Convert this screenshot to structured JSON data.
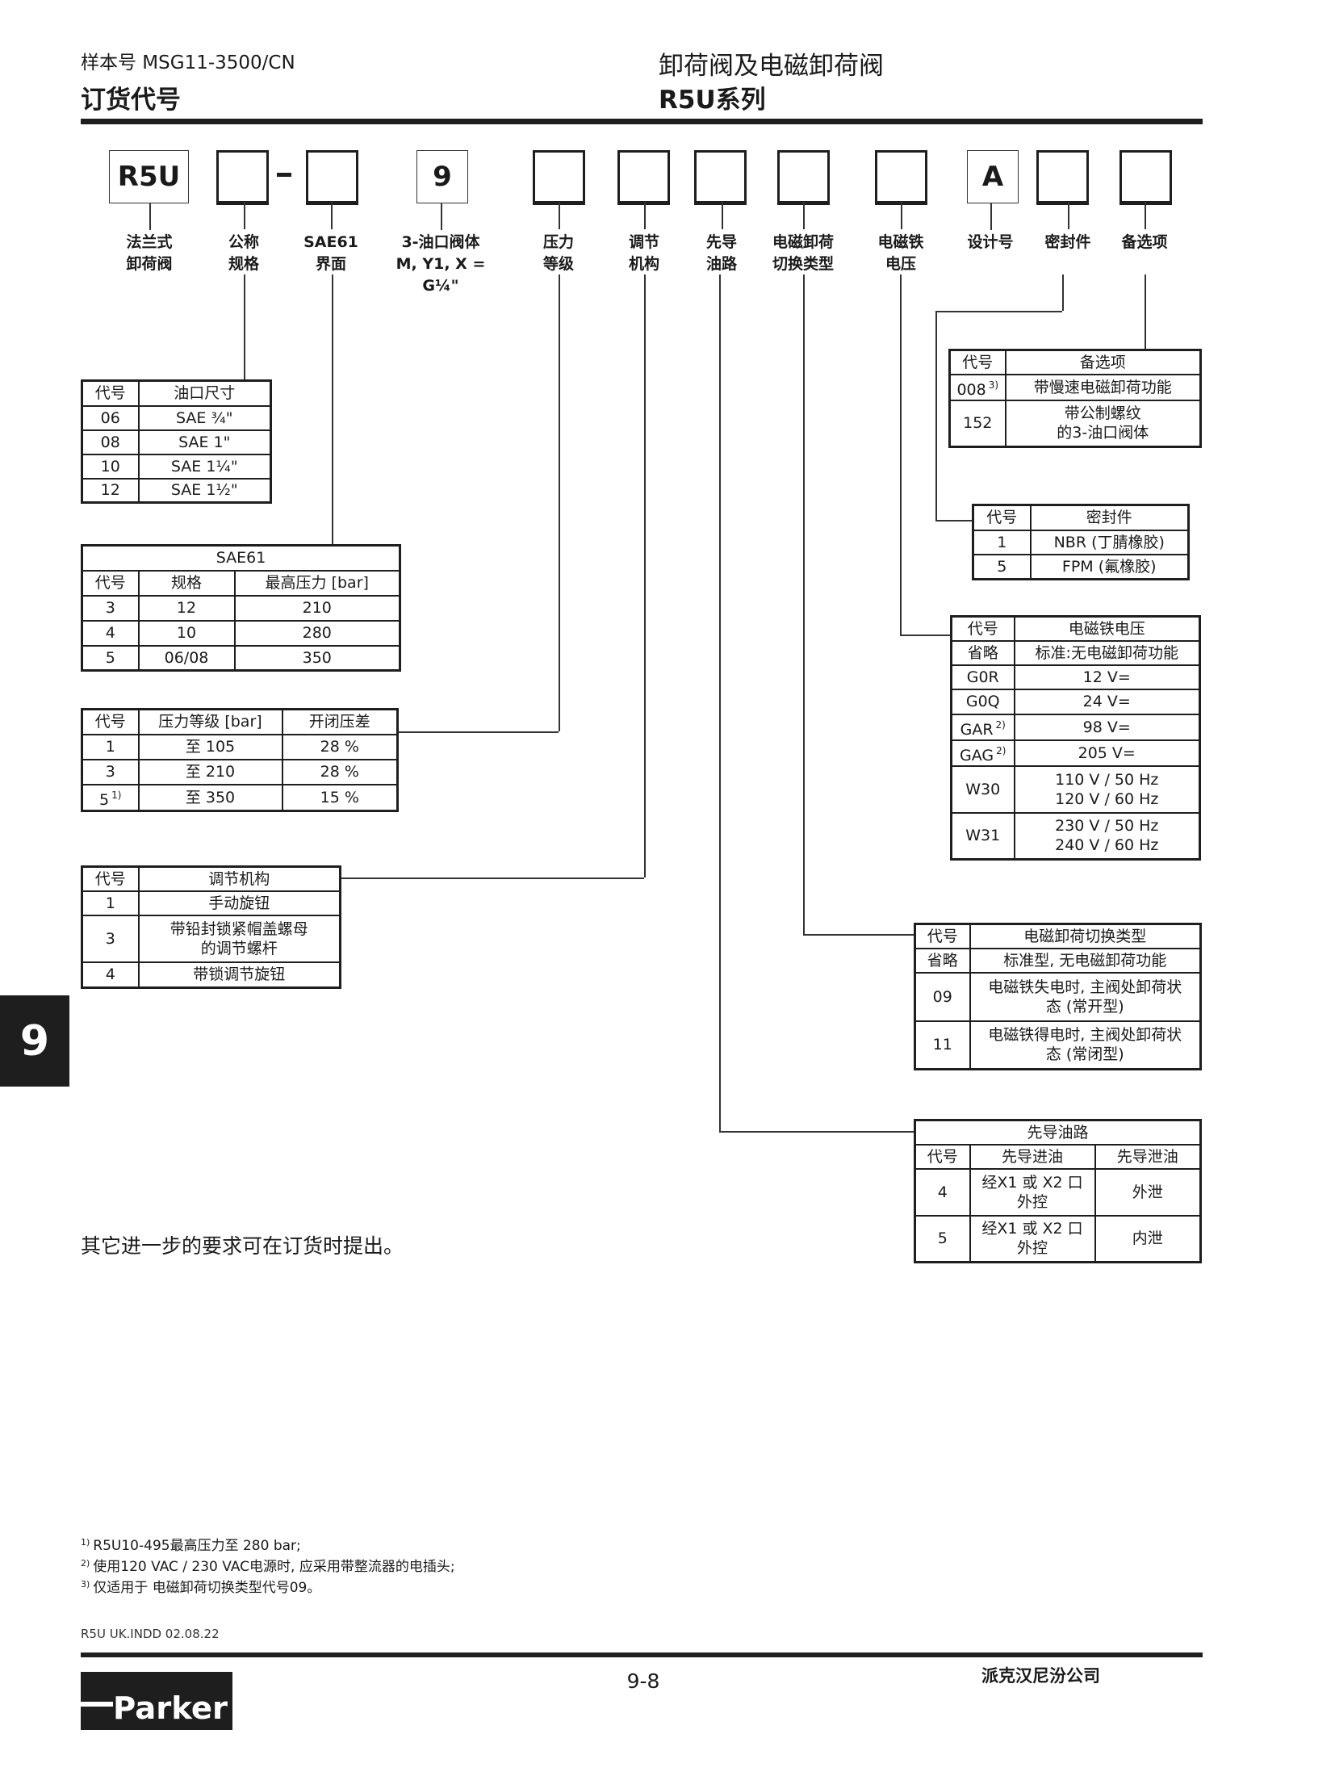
{
  "header": {
    "catalog": "样本号  MSG11-3500/CN",
    "section": "订货代号",
    "title": "卸荷阀及电磁卸荷阀",
    "series": "R5U系列"
  },
  "code": {
    "boxes": [
      "R5U",
      "",
      "",
      "9",
      "",
      "",
      "",
      "",
      "",
      "A",
      "",
      ""
    ],
    "dash": "–",
    "labels": [
      "法兰式\n卸荷阀",
      "公称\n规格",
      "SAE61\n界面",
      "3-油口阀体\nM, Y1, X = G¼\"",
      "压力\n等级",
      "调节\n机构",
      "先导\n油路",
      "电磁卸荷\n切换类型",
      "电磁铁\n电压",
      "设计号",
      "密封件",
      "备选项"
    ]
  },
  "tables": {
    "port_size": {
      "header": [
        "代号",
        "油口尺寸"
      ],
      "rows": [
        [
          "06",
          "SAE ¾\""
        ],
        [
          "08",
          "SAE 1\""
        ],
        [
          "10",
          "SAE 1¼\""
        ],
        [
          "12",
          "SAE 1½\""
        ]
      ]
    },
    "sae61": {
      "title": "SAE61",
      "header": [
        "代号",
        "规格",
        "最高压力 [bar]"
      ],
      "rows": [
        [
          "3",
          "12",
          "210"
        ],
        [
          "4",
          "10",
          "280"
        ],
        [
          "5",
          "06/08",
          "350"
        ]
      ]
    },
    "pressure": {
      "header": [
        "代号",
        "压力等级 [bar]",
        "开闭压差"
      ],
      "rows": [
        [
          "1",
          "至 105",
          "28 %"
        ],
        [
          "3",
          "至 210",
          "28 %"
        ],
        [
          [
            "5",
            "1)"
          ],
          "至 350",
          "15 %"
        ]
      ]
    },
    "adjust": {
      "header": [
        "代号",
        "调节机构"
      ],
      "rows": [
        [
          "1",
          "手动旋钮"
        ],
        [
          "3",
          "带铅封锁紧帽盖螺母\n的调节螺杆"
        ],
        [
          "4",
          "带锁调节旋钮"
        ]
      ]
    },
    "options": {
      "header": [
        "代号",
        "备选项"
      ],
      "rows": [
        [
          [
            "008",
            "3)"
          ],
          "带慢速电磁卸荷功能"
        ],
        [
          "152",
          "带公制螺纹\n的3-油口阀体"
        ]
      ]
    },
    "seal": {
      "header": [
        "代号",
        "密封件"
      ],
      "rows": [
        [
          "1",
          "NBR (丁腈橡胶)"
        ],
        [
          "5",
          "FPM (氟橡胶)"
        ]
      ]
    },
    "voltage": {
      "header": [
        "代号",
        "电磁铁电压"
      ],
      "rows": [
        [
          "省略",
          "标准:无电磁卸荷功能"
        ],
        [
          "G0R",
          "12 V="
        ],
        [
          "G0Q",
          "24 V="
        ],
        [
          [
            "GAR",
            "2)"
          ],
          "98 V="
        ],
        [
          [
            "GAG",
            "2)"
          ],
          "205 V="
        ],
        [
          "W30",
          "110 V / 50 Hz\n120 V / 60 Hz"
        ],
        [
          "W31",
          "230 V / 50 Hz\n240 V / 60 Hz"
        ]
      ]
    },
    "switch": {
      "header": [
        "代号",
        "电磁卸荷切换类型"
      ],
      "rows": [
        [
          "省略",
          "标准型, 无电磁卸荷功能"
        ],
        [
          "09",
          "电磁铁失电时, 主阀处卸荷状\n态 (常开型)"
        ],
        [
          "11",
          "电磁铁得电时, 主阀处卸荷状\n态 (常闭型)"
        ]
      ]
    },
    "pilot": {
      "title": "先导油路",
      "header": [
        "代号",
        "先导进油",
        "先导泄油"
      ],
      "rows": [
        [
          "4",
          "经X1 或 X2 口\n外控",
          "外泄"
        ],
        [
          "5",
          "经X1 或 X2 口\n外控",
          "内泄"
        ]
      ]
    }
  },
  "note": "其它进一步的要求可在订货时提出。",
  "footnotes": [
    {
      "mark": "1)",
      "text": "R5U10-495最高压力至 280 bar;"
    },
    {
      "mark": "2)",
      "text": "使用120 VAC / 230 VAC电源时, 应采用带整流器的电插头;"
    },
    {
      "mark": "3)",
      "text": "仅适用于 电磁卸荷切换类型代号09。"
    }
  ],
  "section_tab": "9",
  "footer": {
    "file": "R5U UK.INDD 02.08.22",
    "page": "9-8",
    "company": "派克汉尼汾公司",
    "logo_text": "Parker"
  }
}
